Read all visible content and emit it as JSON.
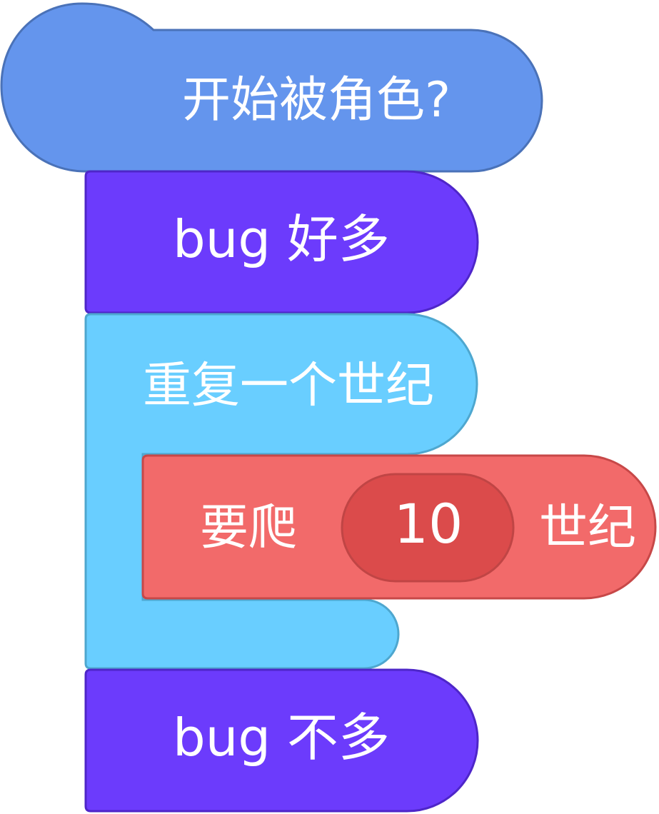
{
  "hat_block": {
    "label": "开始被角色?",
    "color": "#6495ED",
    "border": "#4A72B8"
  },
  "say_block_1": {
    "label": "bug 好多",
    "color": "#6C3BFC",
    "border": "#4E26C9"
  },
  "repeat_block": {
    "label": "重复一个世纪",
    "color": "#69CEFF",
    "border": "#4EA7CF"
  },
  "climb_block": {
    "label_before": "要爬",
    "input_value": "10",
    "label_after": "世纪",
    "color": "#F26A6A",
    "input_color": "#DB4B4B",
    "border": "#C74848"
  },
  "say_block_2": {
    "label": "bug 不多",
    "color": "#6C3BFC",
    "border": "#4E26C9"
  }
}
